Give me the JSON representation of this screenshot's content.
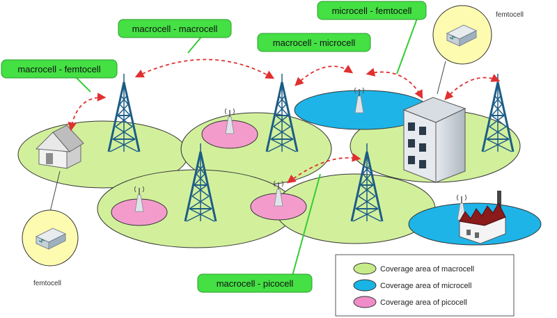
{
  "labels": {
    "macrocell_femtocell": "macrocell - femtocell",
    "macrocell_macrocell": "macrocell - macrocell",
    "macrocell_microcell": "macrocell - microcell",
    "microcell_femtocell": "microcell - femtocell",
    "macrocell_picocell": "macrocell - picocell"
  },
  "femtocell_labels": {
    "top_right": "femtocell",
    "bottom_left": "femtocell"
  },
  "legend": {
    "items": [
      {
        "label": "Coverage area of macrocell",
        "color": "#c6ec8a"
      },
      {
        "label": "Coverage area of microcell",
        "color": "#19b4e6"
      },
      {
        "label": "Coverage area of picocell",
        "color": "#f08cc8"
      }
    ]
  },
  "colors": {
    "macro_fill": "#d2f09c",
    "micro_fill": "#1eb4e8",
    "pico_fill": "#f39ccc",
    "tag_fill": "#44e044",
    "tower": "#1d5d86",
    "arrow": "#e03030",
    "callout_fill": "#fdfbb0"
  },
  "icons": [
    "macro-tower-icon",
    "micro-antenna-icon",
    "pico-antenna-icon",
    "house-icon",
    "office-building-icon",
    "factory-icon",
    "femtocell-device-icon"
  ]
}
